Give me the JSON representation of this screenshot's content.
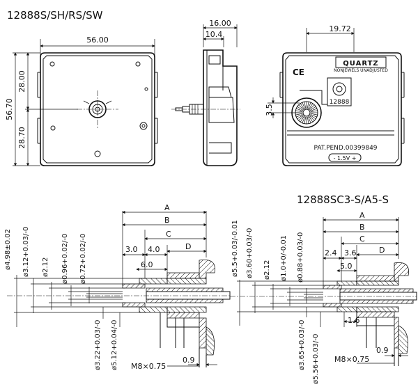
{
  "top_title": "12888S/SH/RS/SW",
  "bottom_title": "12888SC3-S/A5-S",
  "front_view": {
    "width": "56.00",
    "upper_height": "28.00",
    "lower_height": "28.70",
    "total_height": "56.70"
  },
  "side_view": {
    "depth": "16.00",
    "step": "10.4"
  },
  "back_view": {
    "offset": "19.72",
    "shaft_offset": "3.5",
    "brand": "QUARTZ",
    "brand_sub": "NONJEWELS UNADJUSTED",
    "mark_ce": "CE",
    "model": "12888",
    "patent": "PAT.PEND.00399849",
    "battery": "- 1.5V +"
  },
  "left_section": {
    "letters": [
      "A",
      "B",
      "C",
      "D"
    ],
    "dim_3": "3.0",
    "dim_4": "4.0",
    "dim_6": "6.0",
    "diameters": [
      "ø4.98±0.02",
      "ø3.12+0.03/-0",
      "ø2.12",
      "ø0.96+0.02/-0",
      "ø0.72+0.02/-0"
    ],
    "lower_diameters": [
      "ø3.22+0.03/-0",
      "ø5.12+0.04/-0"
    ],
    "thread": "M8×0.75",
    "nut": "0.9"
  },
  "right_section": {
    "letters": [
      "A",
      "B",
      "C",
      "D"
    ],
    "dim_24": "2.4",
    "dim_36": "3.6",
    "dim_5": "5.0",
    "dim_16": "1.6",
    "diameters": [
      "ø5.5+0.03/-0.01",
      "ø3.60+0.03/-0",
      "ø2.12",
      "ø1.0+0/-0.01",
      "ø0.88+0.03/-0"
    ],
    "lower_diameters": [
      "ø3.65+0.03/-0",
      "ø5.56+0.03/-0"
    ],
    "thread": "M8×0.75",
    "nut": "0.9"
  }
}
